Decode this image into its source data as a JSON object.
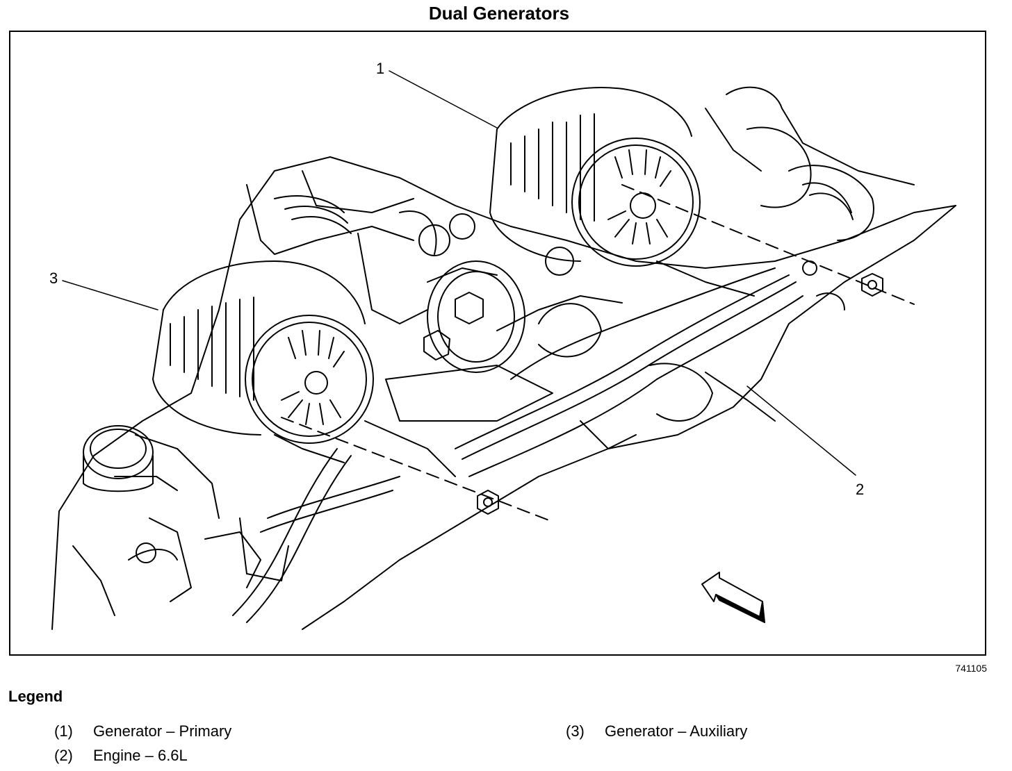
{
  "title": "Dual Generators",
  "callouts": [
    "1",
    "2",
    "3"
  ],
  "figure_id": "741105",
  "legend": {
    "heading": "Legend",
    "items": [
      {
        "number": "(1)",
        "text": "Generator – Primary"
      },
      {
        "number": "(2)",
        "text": "Engine – 6.6L"
      },
      {
        "number": "(3)",
        "text": "Generator – Auxiliary"
      }
    ]
  }
}
